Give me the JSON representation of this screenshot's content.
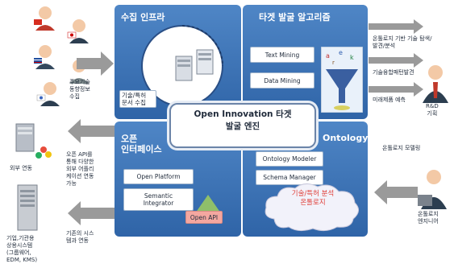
{
  "collect": {
    "title": "수집 인프라",
    "doc_label": "기술/특허\n문서 수집"
  },
  "target": {
    "title": "타겟 발굴 알고리즘",
    "items": [
      "Text Mining",
      "Data Mining"
    ]
  },
  "open": {
    "title": "오픈\n인터페이스",
    "items": [
      "Open Platform",
      "Semantic\nIntegrator"
    ],
    "badge": "Open API"
  },
  "ontology": {
    "title": "Ontology",
    "items": [
      "Ontology Modeler",
      "Schema Manager"
    ],
    "cloud_text": "기술/특허 분석\n온톨로지"
  },
  "center": {
    "title": "Open Innovation 타겟\n발굴 엔진"
  },
  "left_labels": {
    "collect": "주요기술\n동향정보\n수집",
    "interface": "오픈 API를\n통해 다양한\n외부 어플리\n케이션 연동\n가능",
    "legacy": "기존의 시스\n템과 연동",
    "external": "외부 연동",
    "enterprise": "기업,기관용\n상용시스템\n(그룹웨어,\nEDM, KMS)"
  },
  "right_labels": {
    "out1": "온톨로지 기반 기술 탐색/\n발견/분석",
    "out2": "기술융합패턴발견",
    "out3": "미래제품 예측",
    "rd": "R&D\n기획",
    "modeling": "온톨로지 모델링",
    "engineer": "온톨로지\n엔지니어"
  },
  "colors": {
    "panel": "#3a6fb2",
    "arrow": "#9a9a9a",
    "badge": "#f4a7a0"
  }
}
